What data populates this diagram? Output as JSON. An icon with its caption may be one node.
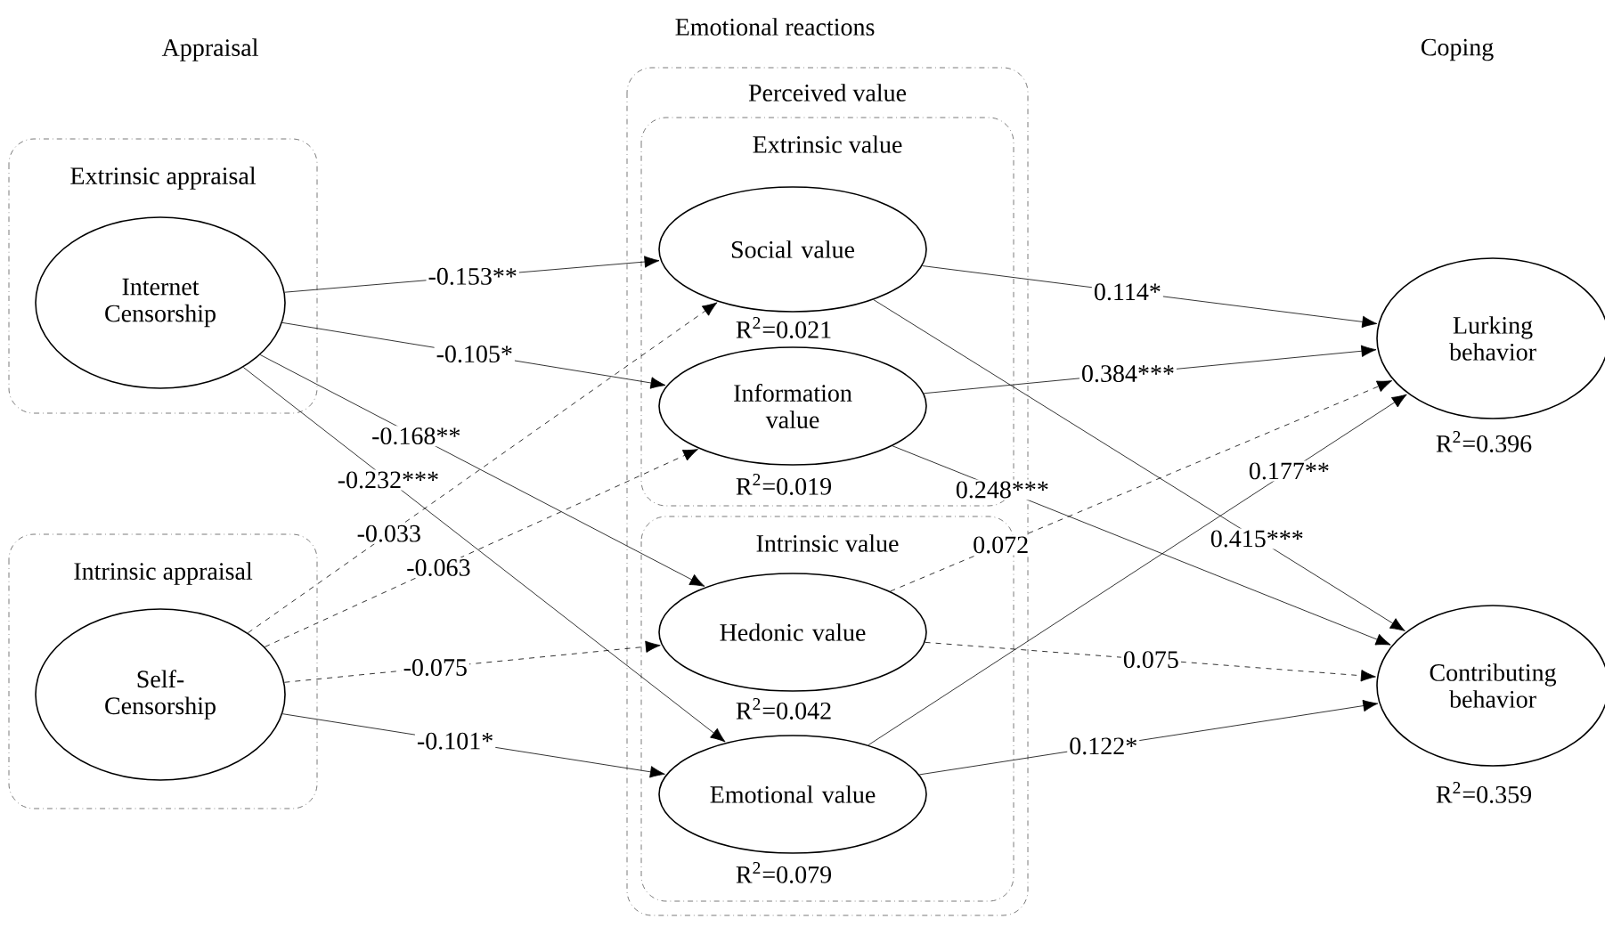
{
  "diagram": {
    "nodes": [
      {
        "text": [
          "Extrinsic appraisal"
        ]
      },
      {
        "text": [
          "Internet Censorship"
        ],
        "in": 0
      },
      {
        "text": [
          "Intrinsic appraisal"
        ]
      },
      {
        "text": [
          "Self-Censorship"
        ],
        "in": 2
      },
      {
        "text": [
          "Perceived value"
        ]
      },
      {
        "text": [
          "Extrinsic value"
        ],
        "in": 4
      },
      {
        "text": [
          "Social value"
        ],
        "in": 5,
        "beside": [
          "R$^{2}$=0.021"
        ]
      },
      {
        "text": [
          "Information value"
        ],
        "in": 5,
        "beside": [
          "R$^{2}$=0.019"
        ]
      },
      {
        "text": [
          "Intrinsic value"
        ],
        "in": 4
      },
      {
        "text": [
          "Hedonic value"
        ],
        "in": 8,
        "beside": [
          "R$^{2}$=0.042"
        ]
      },
      {
        "text": [
          "Emotional value"
        ],
        "in": 8,
        "beside": [
          "R$^{2}$=0.079"
        ]
      },
      {
        "text": [
          "Lurking behavior"
        ],
        "beside": [
          "R$^{2}$=0.396"
        ]
      },
      {
        "text": [
          "Contributing behavior"
        ],
        "beside": [
          "R$^{2}$=0.359"
        ]
      }
    ],
    "edges": [
      {
        "from": 1,
        "to": 6,
        "arrow": "to",
        "label": "-0.153**"
      },
      {
        "from": 1,
        "to": 7,
        "arrow": "to",
        "label": "-0.105*"
      },
      {
        "from": 1,
        "to": 9,
        "arrow": "to",
        "label": "-0.168**"
      },
      {
        "from": 1,
        "to": 10,
        "arrow": "to",
        "label": "-0.232***"
      },
      {
        "from": 3,
        "to": 6,
        "arrow": "to",
        "label": "-0.033",
        "style": "dashed"
      },
      {
        "from": 3,
        "to": 7,
        "arrow": "to",
        "label": "-0.063",
        "style": "dashed"
      },
      {
        "from": 3,
        "to": 9,
        "arrow": "to",
        "label": "-0.075",
        "style": "dashed"
      },
      {
        "from": 3,
        "to": 10,
        "arrow": "to",
        "label": "-0.101*"
      },
      {
        "from": 6,
        "to": 11,
        "arrow": "to",
        "label": "0.114*"
      },
      {
        "from": 7,
        "to": 11,
        "arrow": "to",
        "label": "0.384***"
      },
      {
        "from": 9,
        "to": 11,
        "arrow": "to",
        "label": "0.072",
        "style": "dashed"
      },
      {
        "from": 10,
        "to": 11,
        "arrow": "to",
        "label": "0.177**"
      },
      {
        "from": 6,
        "to": 12,
        "arrow": "to",
        "label": "0.415***"
      },
      {
        "from": 7,
        "to": 12,
        "arrow": "to",
        "label": "0.248***"
      },
      {
        "from": 9,
        "to": 12,
        "arrow": "to",
        "label": "0.075",
        "style": "dashed"
      },
      {
        "from": 10,
        "to": 12,
        "arrow": "to",
        "label": "0.122*"
      }
    ],
    "labels": [
      "Appraisal",
      "Emotional reactions",
      "Coping"
    ]
  }
}
